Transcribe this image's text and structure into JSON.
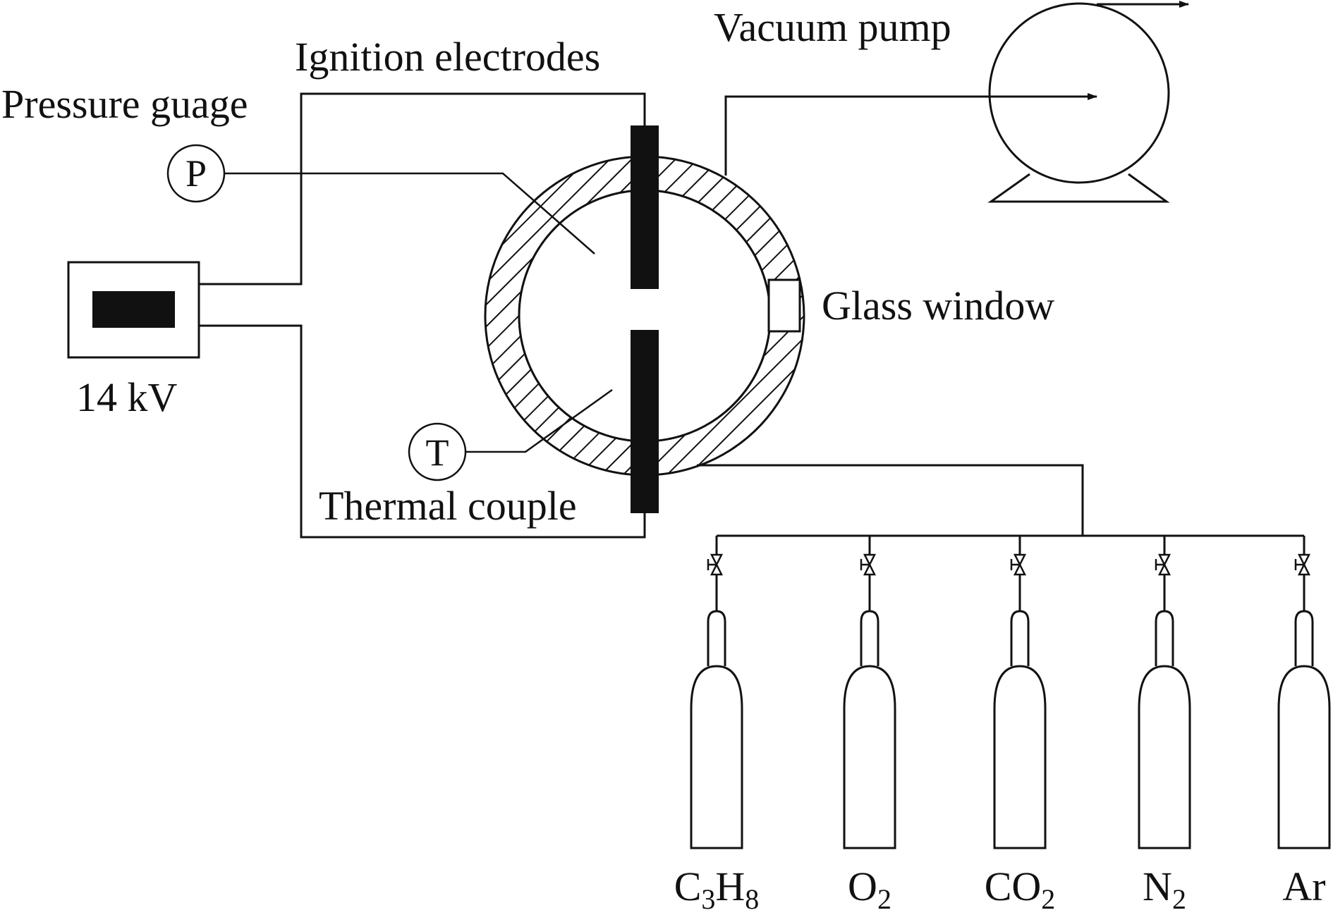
{
  "labels": {
    "ignition_electrodes": "Ignition electrodes",
    "pressure_gauge": "Pressure guage",
    "vacuum_pump": "Vacuum pump",
    "glass_window": "Glass window",
    "thermal_couple": "Thermal couple",
    "power_supply": "14 kV"
  },
  "gauges": {
    "pressure_symbol": "P",
    "temperature_symbol": "T"
  },
  "cylinders": [
    {
      "base": "C",
      "sub1": "3",
      "mid": "H",
      "sub2": "8"
    },
    {
      "base": "O",
      "sub1": "2",
      "mid": "",
      "sub2": ""
    },
    {
      "base": "CO",
      "sub1": "2",
      "mid": "",
      "sub2": ""
    },
    {
      "base": "N",
      "sub1": "2",
      "mid": "",
      "sub2": ""
    },
    {
      "base": "Ar",
      "sub1": "",
      "mid": "",
      "sub2": ""
    }
  ],
  "colors": {
    "line": "#111111",
    "background": "#ffffff"
  }
}
